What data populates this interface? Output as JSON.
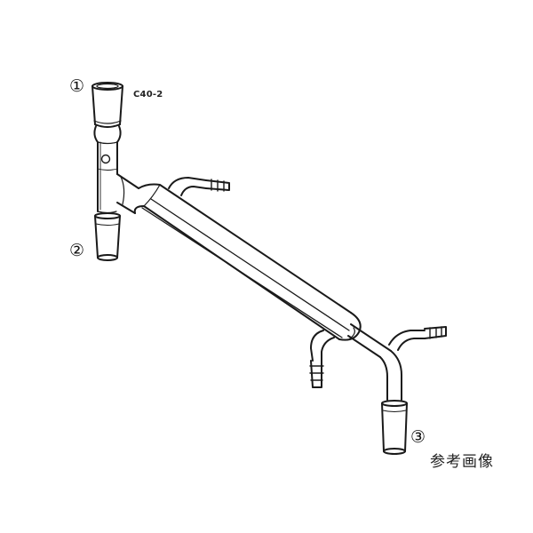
{
  "figure": {
    "model_code": "C40-2",
    "caption": "参考画像",
    "callouts": [
      {
        "id": 1,
        "symbol": "①",
        "target": "top-joint"
      },
      {
        "id": 2,
        "symbol": "②",
        "target": "lower-left-joint"
      },
      {
        "id": 3,
        "symbol": "③",
        "target": "lower-right-joint"
      }
    ],
    "colors": {
      "line": "#1a1a1a",
      "background": "#ffffff"
    }
  }
}
